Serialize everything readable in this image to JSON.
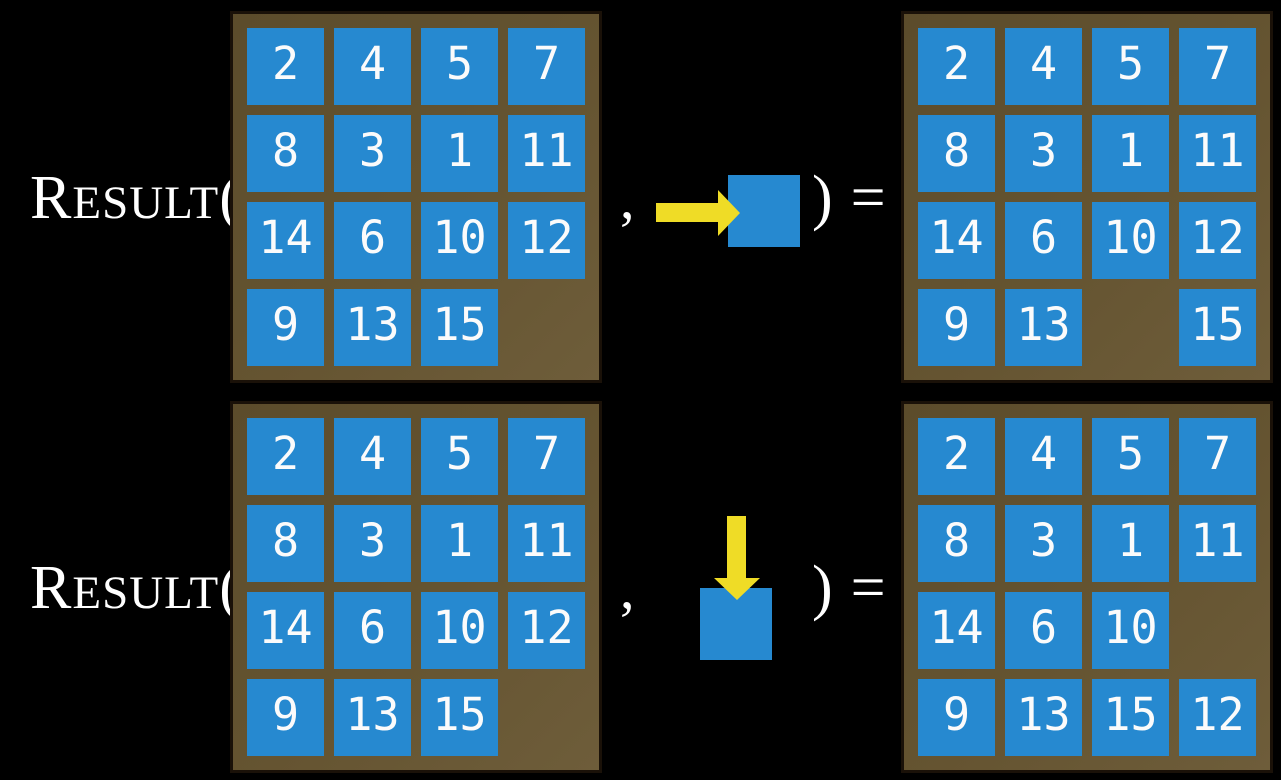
{
  "figure": {
    "colors": {
      "background": "#000000",
      "frame_brown": "#655431",
      "frame_border": "#1A1108",
      "tile_blue": "#2689D0",
      "tile_number_white": "#FBFBFB",
      "arrow_yellow": "#EFDC26",
      "label_white": "#FFFFFF"
    },
    "rows": [
      {
        "function_label": {
          "initial": "R",
          "rest": "ESULT",
          "open_paren": "("
        },
        "comma": ",",
        "action": {
          "direction": "right",
          "icon": "arrow-right-icon",
          "tile": "blank-tile"
        },
        "close_paren": ")",
        "equals": "=",
        "start_board": [
          [
            2,
            4,
            5,
            7
          ],
          [
            8,
            3,
            1,
            11
          ],
          [
            14,
            6,
            10,
            12
          ],
          [
            9,
            13,
            15,
            null
          ]
        ],
        "result_board": [
          [
            2,
            4,
            5,
            7
          ],
          [
            8,
            3,
            1,
            11
          ],
          [
            14,
            6,
            10,
            12
          ],
          [
            9,
            13,
            null,
            15
          ]
        ]
      },
      {
        "function_label": {
          "initial": "R",
          "rest": "ESULT",
          "open_paren": "("
        },
        "comma": ",",
        "action": {
          "direction": "down",
          "icon": "arrow-down-icon",
          "tile": "blank-tile"
        },
        "close_paren": ")",
        "equals": "=",
        "start_board": [
          [
            2,
            4,
            5,
            7
          ],
          [
            8,
            3,
            1,
            11
          ],
          [
            14,
            6,
            10,
            12
          ],
          [
            9,
            13,
            15,
            null
          ]
        ],
        "result_board": [
          [
            2,
            4,
            5,
            7
          ],
          [
            8,
            3,
            1,
            11
          ],
          [
            14,
            6,
            10,
            null
          ],
          [
            9,
            13,
            15,
            12
          ]
        ]
      }
    ]
  }
}
